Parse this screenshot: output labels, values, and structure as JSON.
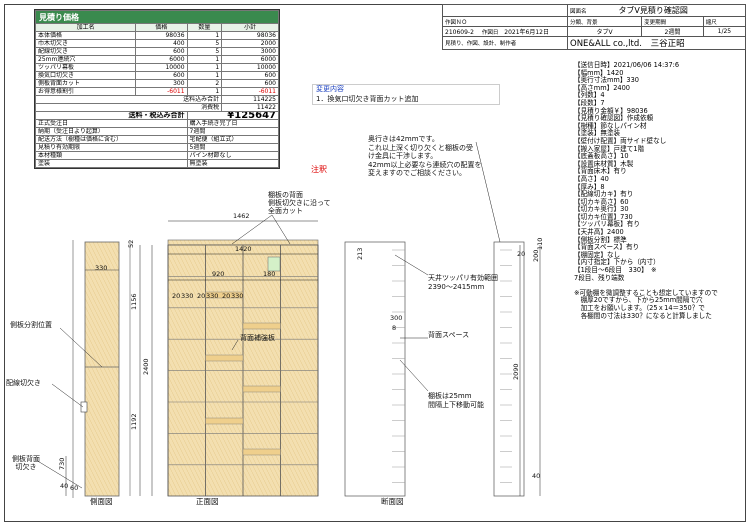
{
  "estimate": {
    "title": "見積り価格",
    "col_headers": [
      "加工名",
      "価格",
      "数量",
      "小計"
    ],
    "rows": [
      {
        "name": "本体価格",
        "price": "98036",
        "qty": "1",
        "subtotal": "98036"
      },
      {
        "name": "巾木切欠き",
        "price": "400",
        "qty": "5",
        "subtotal": "2000"
      },
      {
        "name": "配線切欠き",
        "price": "600",
        "qty": "5",
        "subtotal": "3000"
      },
      {
        "name": "25mm連続穴",
        "price": "6000",
        "qty": "1",
        "subtotal": "6000"
      },
      {
        "name": "ツッパリ幕板",
        "price": "10000",
        "qty": "1",
        "subtotal": "10000"
      },
      {
        "name": "換気口切欠き",
        "price": "600",
        "qty": "1",
        "subtotal": "600"
      },
      {
        "name": "側板背面カット",
        "price": "300",
        "qty": "2",
        "subtotal": "600"
      },
      {
        "name": "お得意様割引",
        "price": "-6011",
        "qty": "1",
        "subtotal": "-6011"
      }
    ],
    "subtotal_label": "送料込み合計",
    "subtotal_value": "114225",
    "tax_label": "消費税",
    "tax_value": "11422",
    "total_label": "送料・税込み合計",
    "total_value": "¥125647",
    "info": [
      {
        "k": "正式受注日",
        "v": "購入手続き完了日"
      },
      {
        "k": "納期（受注日より起算）",
        "v": "7週間"
      },
      {
        "k": "配送方法（樹種は価格に含む）",
        "v": "宅配便（組立式）"
      },
      {
        "k": "見積り有効期限",
        "v": "5週間"
      },
      {
        "k": "本材種類",
        "v": "パイン材節なし"
      },
      {
        "k": "塗装",
        "v": "無塗装"
      }
    ]
  },
  "title_block": {
    "doc_name_label": "図面名",
    "doc_name": "タブV見積り確認図",
    "no_label": "作図ＮＯ",
    "no": "210609-2",
    "date_label": "作図日",
    "date": "2021年6月12日",
    "class_label": "分類、背景",
    "class_value": "タブV",
    "period_label": "変更期間",
    "period": "2週間",
    "scale_label": "縮尺",
    "scale": "1/25",
    "check_label": "見積り、作図、設計、制作者",
    "company": "ONE&ALL co.,ltd.",
    "author": "三谷正昭"
  },
  "spec_lines": [
    "【送信日時】2021/06/06 14:37:6",
    "【幅mm】1420",
    "【奥行寸法mm】330",
    "【高さmm】2400",
    "【列数】4",
    "【段数】7",
    "【見積り金額￥】98036",
    "【見積り確認図】作成依頼",
    "【樹種】節なしパイン材",
    "【塗装】無塗装",
    "【壁付け配置】両サイド壁なし",
    "【搬入家屋】戸建て1階",
    "【底蓋板高さ】10",
    "【設置床材質】木製",
    "【背面床木】有り",
    "【高さ】40",
    "【厚み】8",
    "【配線切カキ】有り",
    "【切カキ高さ】60",
    "【切カキ奥行】30",
    "【切カキ位置】730",
    "【ツッパリ幕板】有り",
    "【天井高】2400",
    "【側板分割】標準",
    "【背面スペース】有り",
    "【棚固定】なし",
    "【内寸指定】下から（内寸）",
    "【1段目～6段目　330】　※",
    "7段目、残り端数",
    "",
    "※可動棚を微調整することも想定していますので",
    "　棚厚20ですから、下から25mm間隔で穴",
    "　加工をお願いします。（25ｘ14＝350？で",
    "　各棚間の寸法は330？になると計算しました"
  ],
  "change_note": {
    "title": "変更内容",
    "item": "1．換気口切欠き背面カット追加"
  },
  "caution": {
    "label": "注釈",
    "lines": [
      "奥行きは42mmです。",
      "これ以上深く切り欠くと棚板の受",
      "け金具に干渉します。",
      "42mm以上必要なら連続穴の配置を",
      "変えますのでご相談ください。"
    ]
  },
  "dims": {
    "w1462": "1462",
    "w1420": "1420",
    "w920": "920",
    "w180": "180",
    "cells": [
      "20",
      "330",
      "20",
      "330",
      "20",
      "330"
    ],
    "h2400": "2400",
    "h1156": "1156",
    "h1192": "1192",
    "h52": "52",
    "h330": "330",
    "h730": "730",
    "h60": "60",
    "h40": "40",
    "h2090": "2090",
    "h200": "200",
    "h40r": "40",
    "h300": "300",
    "h8": "8",
    "h110": "110",
    "h213": "213",
    "h20": "20"
  },
  "callouts": {
    "back_cut": "棚板の背面\n側板切欠きに沿って\n全面カット",
    "back_board": "背面補強板",
    "side_split": "側板分割位置",
    "wire_cut": "配線切欠き",
    "side_back_cut": "側板背面\n切欠き",
    "tension": "天井ツッパリ有効範囲\n2390～2415mm",
    "back_space": "背面スペース",
    "shelf_holes": "棚板は25mm\n間隔上下移動可能"
  },
  "view_labels": {
    "side": "側面図",
    "front": "正面図",
    "section": "断面図"
  }
}
